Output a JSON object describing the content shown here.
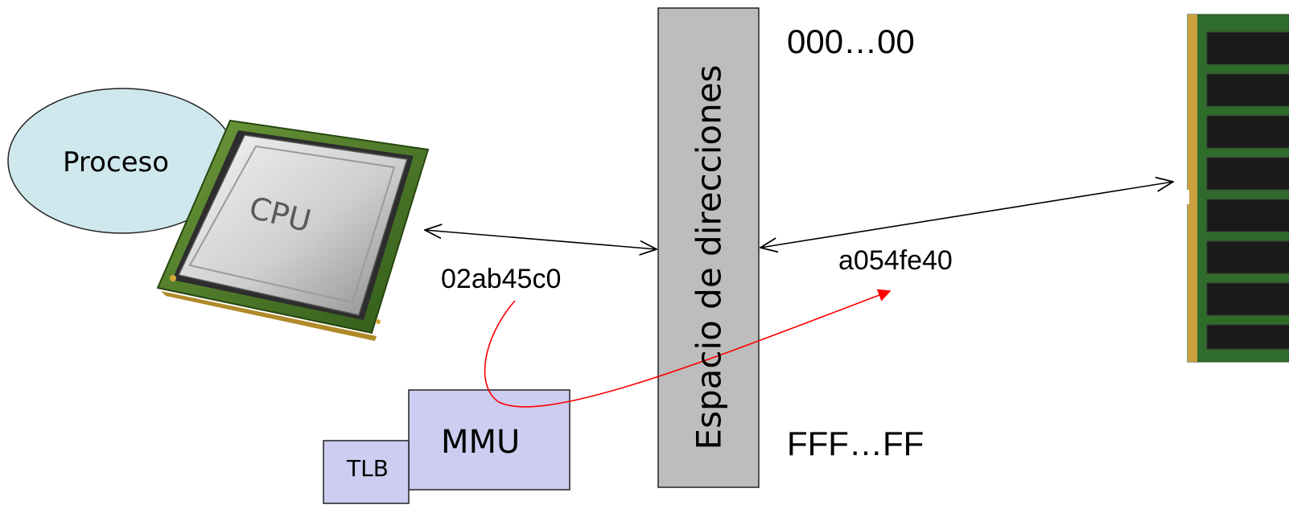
{
  "process": {
    "label": "Proceso"
  },
  "cpu": {
    "label": "CPU"
  },
  "address_space": {
    "label": "Espacio de direcciones",
    "top_address": "000…00",
    "bottom_address": "FFF…FF"
  },
  "virtual_address": "02ab45c0",
  "physical_address": "a054fe40",
  "mmu": {
    "label": "MMU"
  },
  "tlb": {
    "label": "TLB"
  },
  "colors": {
    "process_fill": "#cfe8ee",
    "address_space_fill": "#bdbdbd",
    "mmu_fill": "#cccdf0",
    "translation_arrow": "#ff0000",
    "cpu_pcb": "#4a7a2a",
    "ram_pcb": "#2f6b2a"
  }
}
